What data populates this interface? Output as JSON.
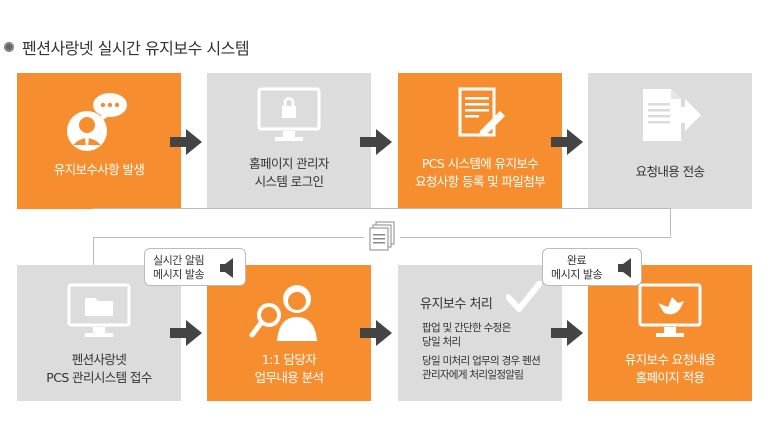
{
  "header": {
    "title": "펜션사랑넷 실시간 유지보수 시스템"
  },
  "steps": {
    "s1": "유지보수사항 발생",
    "s2": "홈페이지 관리자\n시스템 로그인",
    "s3": "PCS 시스템에 유지보수\n요청사항 등록 및 파일첨부",
    "s4": "요청내용 전송",
    "s5": "펜션사랑넷\nPCS 관리시스템 접수",
    "s6": "1:1 담당자\n업무내용 분석",
    "s7_title": "유지보수  처리",
    "s7_line1": "팝업 및 간단한 수정은\n당일 처리",
    "s7_line2": "당일 미처리 업무의 경우 펜션\n관리자에게 처리일정알림",
    "s8": "유지보수 요청내용\n홈페이지 적용"
  },
  "bubbles": {
    "b1": "실시간 알림\n메시지 발송",
    "b2": "완료\n메시지 발송"
  },
  "icons": {
    "s1": "user-chat-icon",
    "s2": "monitor-lock-icon",
    "s3": "document-edit-icon",
    "s4": "document-send-icon",
    "s5": "monitor-folder-icon",
    "s6": "user-search-icon",
    "s7": "checkmark-icon",
    "s8": "monitor-bird-icon",
    "docs": "stacked-documents-icon",
    "speaker": "speaker-icon"
  },
  "colors": {
    "orange": "#f68e2f",
    "gray": "#dcdcdc",
    "arrow": "#444444"
  }
}
